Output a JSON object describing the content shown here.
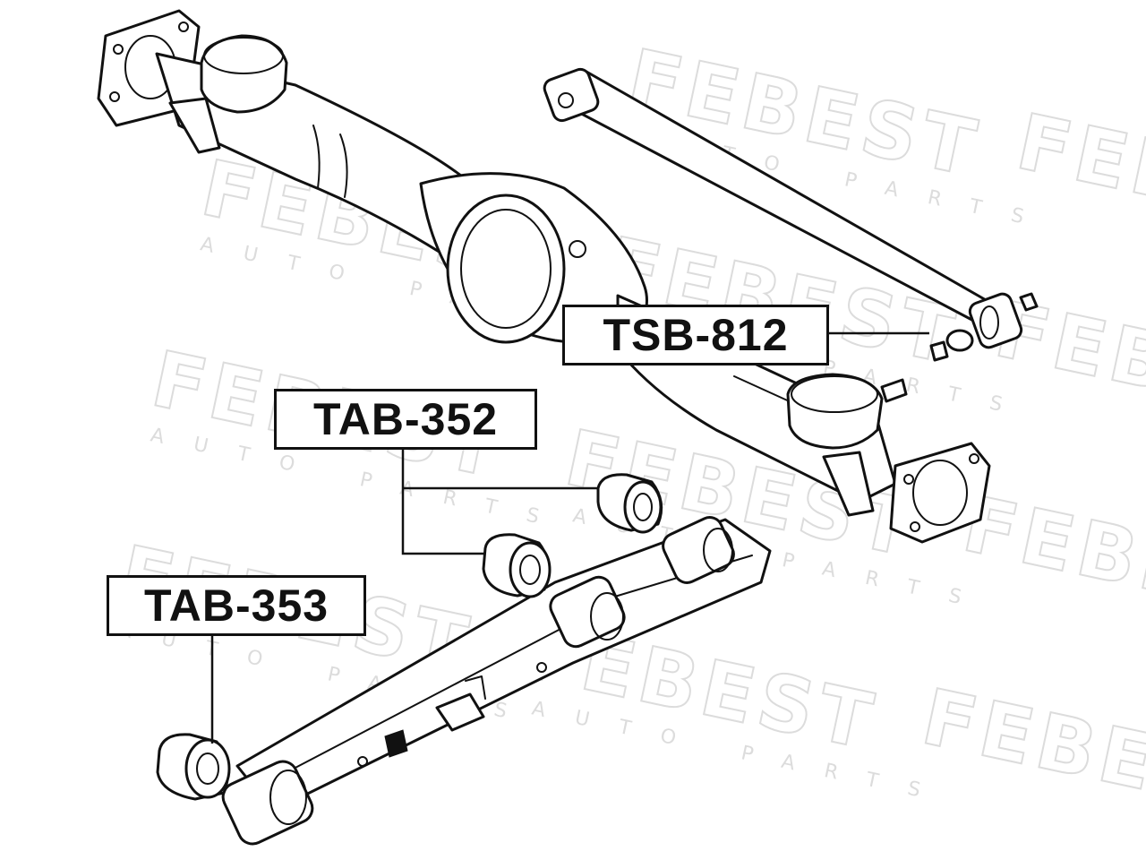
{
  "watermark": {
    "brand": "FEBEST",
    "tagline": "AUTO PARTS"
  },
  "labels": {
    "tsb812": "TSB-812",
    "tab352": "TAB-352",
    "tab353": "TAB-353"
  }
}
